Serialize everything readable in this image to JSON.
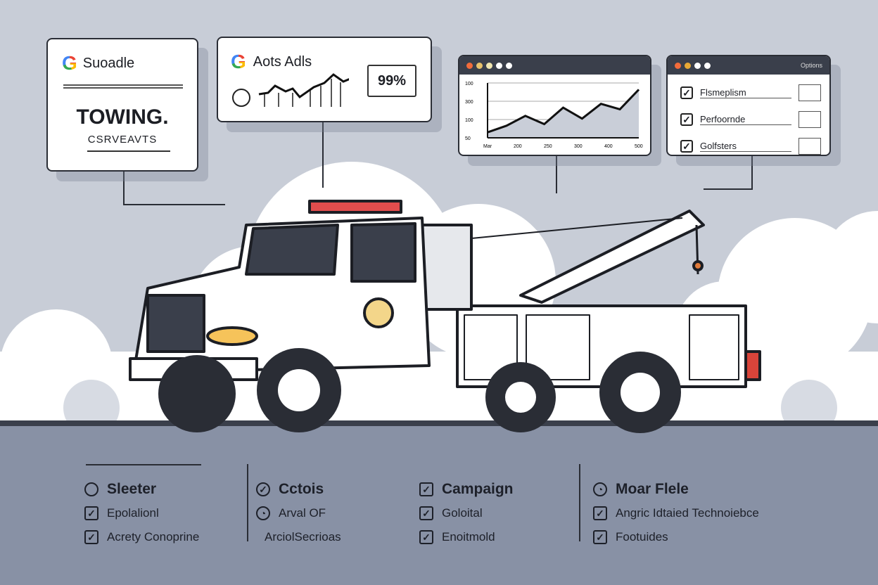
{
  "card1": {
    "brand": "Suoadle",
    "headline": "TOWING.",
    "subline": "CSRVEAVTS"
  },
  "card2": {
    "brand": "Aots Adls",
    "stat": "99%"
  },
  "card3": {
    "y_ticks": [
      "100",
      "300",
      "100",
      "50"
    ],
    "x_ticks": [
      "Mar",
      "200",
      "250",
      "300",
      "400",
      "500"
    ],
    "series": [
      10,
      22,
      40,
      25,
      55,
      35,
      62,
      52,
      88
    ]
  },
  "card4": {
    "title": "Options",
    "items": [
      "Flsmeplism",
      "Perfoornde",
      "Golfsters"
    ]
  },
  "bottom": {
    "columns": [
      {
        "items": [
          {
            "label": "Sleeter",
            "icon": "circle-icon"
          },
          {
            "label": "Epolalionl",
            "icon": "checkbox-icon"
          },
          {
            "label": "Acrety Conoprine",
            "icon": "checkbox-icon"
          }
        ]
      },
      {
        "items": [
          {
            "label": "Cctois",
            "icon": "check-icon"
          },
          {
            "label": "Arval OF",
            "icon": "clock-icon"
          },
          {
            "label": "ArciolSecrioas",
            "icon": ""
          }
        ]
      },
      {
        "items": [
          {
            "label": "Campaign",
            "icon": "checkbox-icon"
          },
          {
            "label": "Goloital",
            "icon": "checkbox-icon"
          },
          {
            "label": "Enoitmold",
            "icon": "checkbox-icon"
          }
        ]
      },
      {
        "items": [
          {
            "label": "Moar Flele",
            "icon": "clock-icon"
          },
          {
            "label": "Angric Idtaied Technoiebce",
            "icon": "checkbox-icon"
          },
          {
            "label": "Footuides",
            "icon": "checkbox-icon"
          }
        ]
      }
    ]
  },
  "colors": {
    "bg": "#c8cdd7",
    "ground": "#8891a5",
    "dark": "#2a2d35"
  }
}
